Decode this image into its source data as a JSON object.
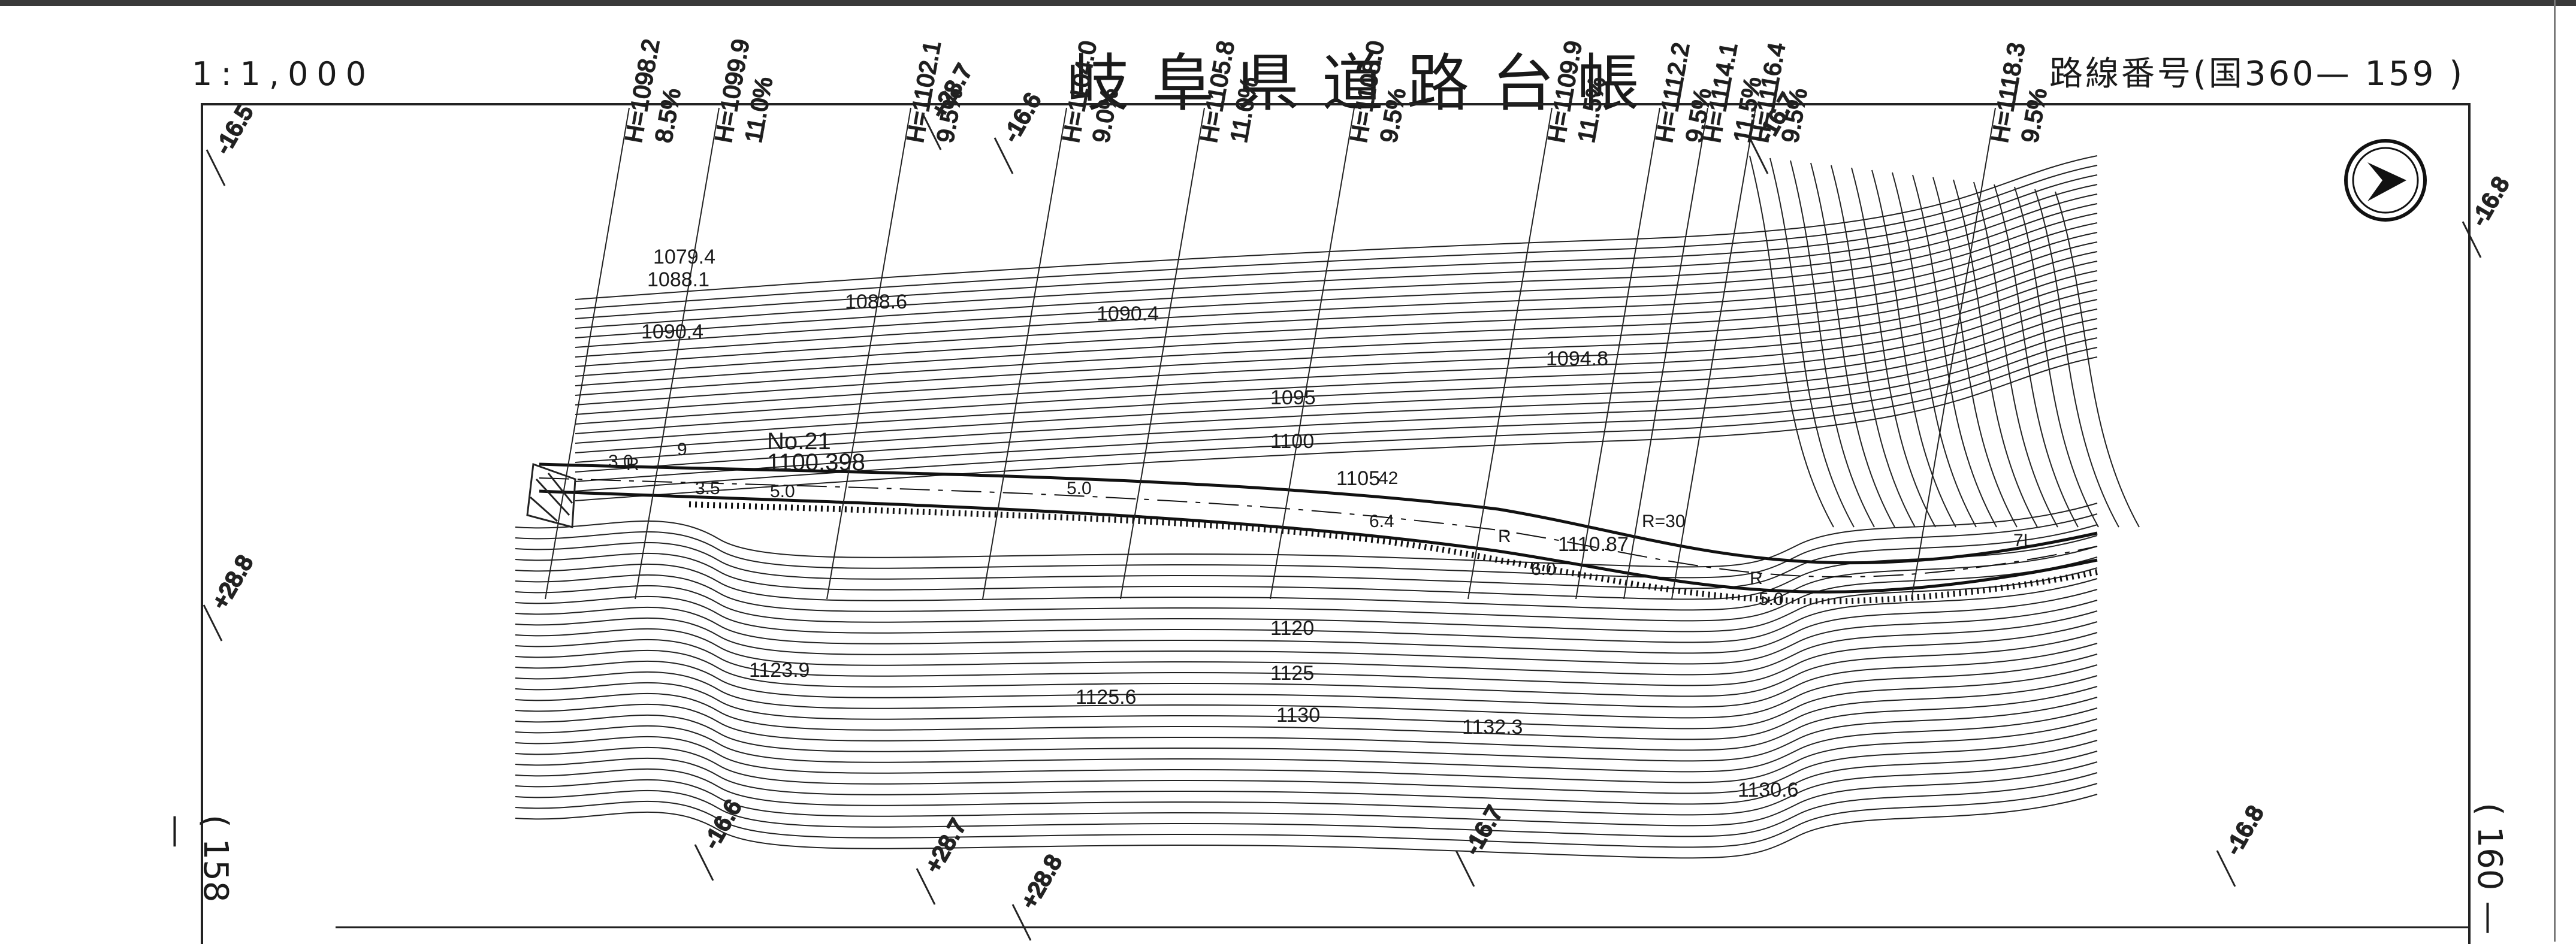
{
  "header": {
    "scale": "1:1,000",
    "title": "岐阜県道路台帳",
    "route_number": "路線番号(国360— 159 )"
  },
  "sheet_refs": {
    "left": "( 158 —",
    "right": "( 160 —"
  },
  "grid_ticks": {
    "ticks": [
      "-16.5",
      "+28.7",
      "-16.6",
      "-16.7",
      "-16.8",
      "+28.8",
      "+28.7",
      "-16.6",
      "+28.8",
      "-16.7",
      "-16.8"
    ]
  },
  "profile_lines": {
    "labels": [
      "H=1098.2",
      "8.5%",
      "H=1099.9",
      "11.0%",
      "H=1102.1",
      "9.5%",
      "H=1104.0",
      "9.0%",
      "H=1105.8",
      "11.0%",
      "H=1108.0",
      "9.5%",
      "H=1109.9",
      "11.5%",
      "H=1112.2",
      "9.5%",
      "H=1114.1",
      "11.5%",
      "H=1116.4",
      "9.5%",
      "H=1118.3",
      "9.5%"
    ]
  },
  "elevations": {
    "labels": [
      "1079.4",
      "1088.1",
      "1088.6",
      "1090.4",
      "1090.4",
      "1094.8",
      "1095",
      "1100",
      "1105",
      "1110.87",
      "1120",
      "1123.9",
      "1125",
      "1125.6",
      "1130",
      "1132.3",
      "1130.6"
    ]
  },
  "road": {
    "labels": [
      "No.21",
      "1100.398",
      "9",
      "42",
      "R",
      "R",
      "R",
      "R=30",
      "3.0",
      "3.5",
      "5.0",
      "5.0",
      "6.4",
      "6.0",
      "5.0",
      "7L"
    ]
  },
  "north_arrow": {
    "icon": "north-arrow-icon"
  },
  "colors": {
    "ink": "#1a1a1a",
    "paper": "#ffffff"
  }
}
